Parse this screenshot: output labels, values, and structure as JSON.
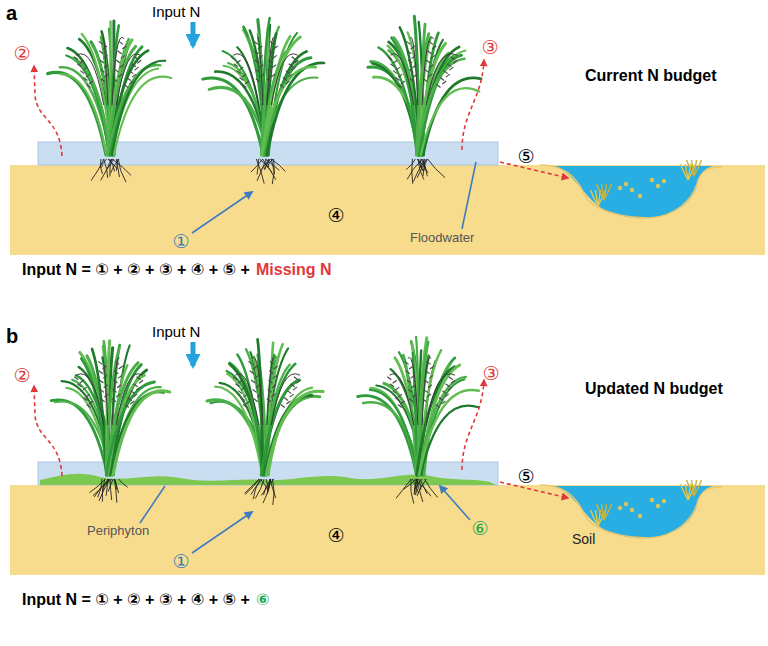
{
  "diagram": {
    "labels": [
      "a",
      "Input N",
      "②",
      "③",
      "Current N budget",
      "①",
      "④",
      "⑤",
      "Floodwater",
      "Input N = ① + ② + ③ + ④ + ⑤ +",
      "Missing N",
      "b",
      "Input N",
      "②",
      "③",
      "Updated N budget",
      "⑤",
      "Periphyton",
      "①",
      "④",
      "⑥",
      "Soil",
      "Input N = ① + ② + ③ + ④ + ⑤ +",
      "⑥"
    ]
  }
}
